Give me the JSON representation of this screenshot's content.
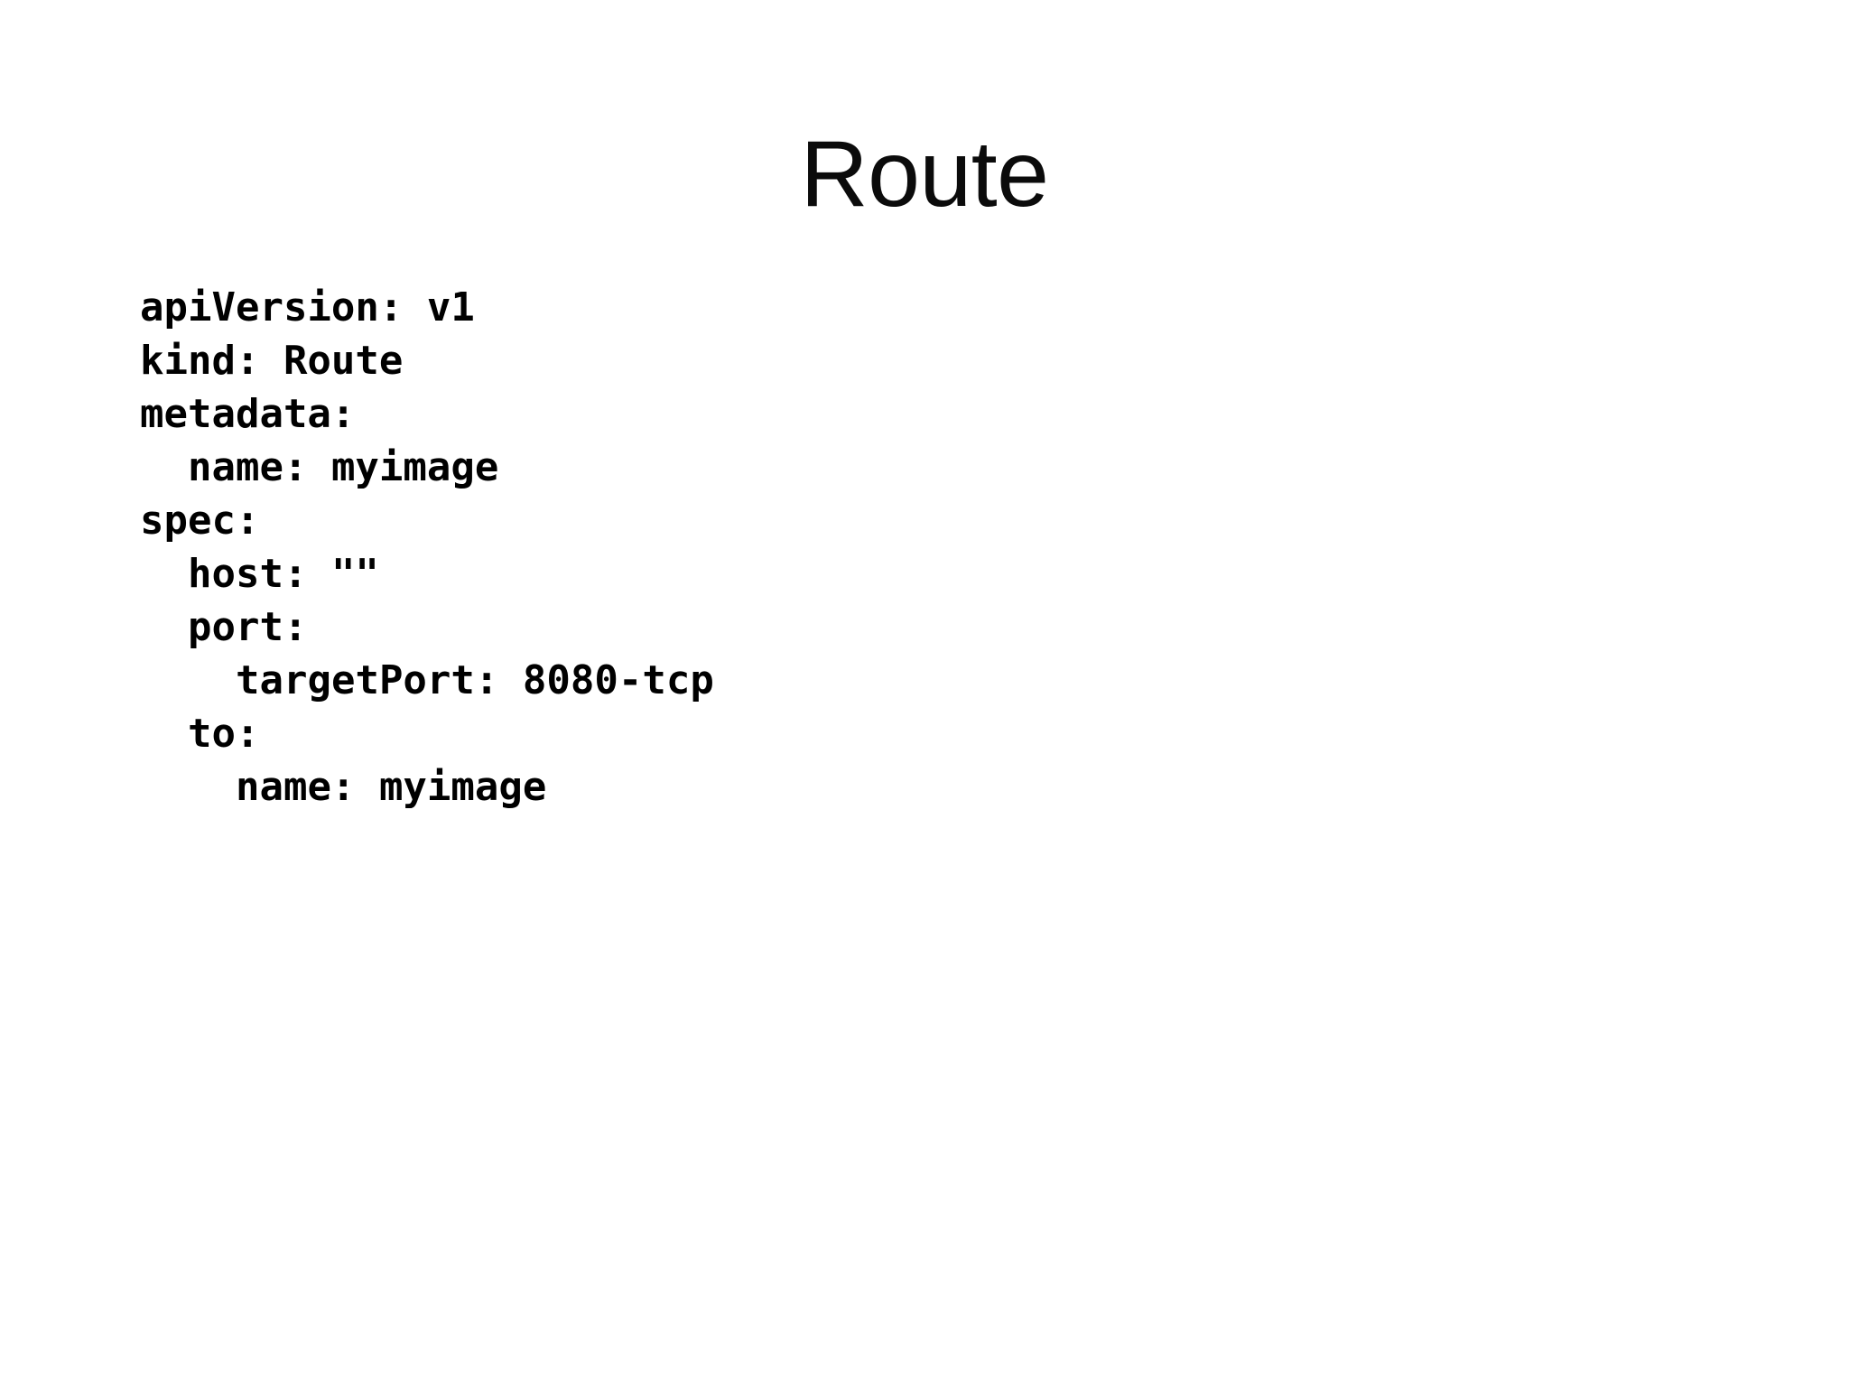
{
  "slide": {
    "title": "Route",
    "background_color": "#ffffff",
    "text_color": "#000000"
  },
  "code": {
    "language": "yaml",
    "lines": [
      {
        "text": "apiVersion: v1",
        "indent": 0
      },
      {
        "text": "kind: Route",
        "indent": 0
      },
      {
        "text": "metadata:",
        "indent": 0
      },
      {
        "text": "name: myimage",
        "indent": 1
      },
      {
        "text": "spec:",
        "indent": 0
      },
      {
        "text": "host: \"\"",
        "indent": 1
      },
      {
        "text": "port:",
        "indent": 1
      },
      {
        "text": "targetPort: 8080-tcp",
        "indent": 2
      },
      {
        "text": "to:",
        "indent": 1
      },
      {
        "text": "name: myimage",
        "indent": 2
      }
    ]
  }
}
